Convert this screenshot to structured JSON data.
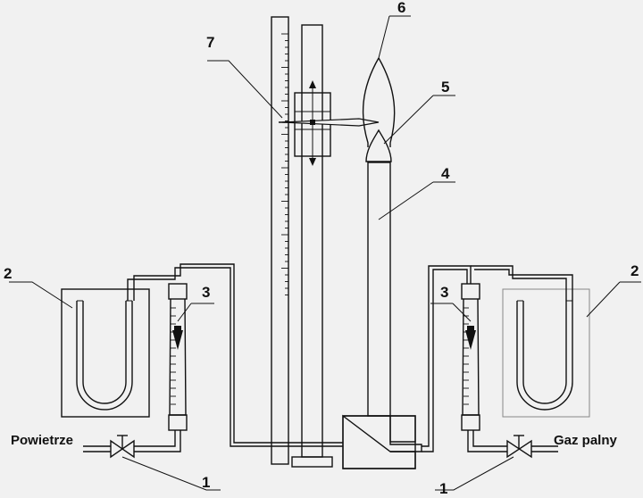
{
  "labels": {
    "valve_left": "1",
    "valve_right": "1",
    "manometer_left": "2",
    "manometer_right": "2",
    "rotameter_left": "3",
    "rotameter_right": "3",
    "burner_tube": "4",
    "inner_cone": "5",
    "outer_flame": "6",
    "pointer": "7"
  },
  "inputs": {
    "air": "Powietrze",
    "fuel_gas": "Gaz palny"
  }
}
